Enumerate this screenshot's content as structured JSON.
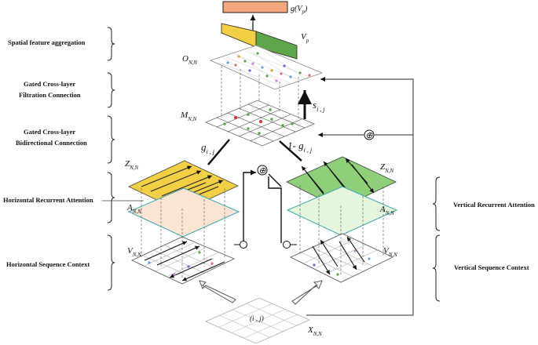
{
  "left_labels": {
    "spatial": "Spatial feature aggregation",
    "gated_filtration_l1": "Gated Cross-layer",
    "gated_filtration_l2": "Filtration Connection",
    "gated_bidirectional_l1": "Gated Cross-layer",
    "gated_bidirectional_l2": "Bidirectional Connection",
    "horizontal_attention": "Horizontal Recurrent Attention",
    "horizontal_context": "Horizontal Sequence Context"
  },
  "right_labels": {
    "vertical_attention": "Vertical Recurrent Attention",
    "vertical_context": "Vertical Sequence Context"
  },
  "math": {
    "g_vp": "g(V",
    "g_vp_sub": "p",
    "vp": "V",
    "vp_sub": "p",
    "o": "O",
    "o_sub": "N,N",
    "m": "M",
    "m_sub": "N,N",
    "s": "s",
    "s_sub": "i , j",
    "g_left": "g",
    "g_left_sub": "i , j",
    "g_right": "1- g",
    "g_right_sub": "i , j",
    "z_h": "Z",
    "z_h_sub": "N,N",
    "a_h": "A",
    "a_h_sub": "N,N",
    "v_h": "V",
    "v_h_sub": "N,N",
    "z_v": "Z",
    "z_v_sub": "N,N",
    "a_v": "A",
    "a_v_sub": "N,N",
    "v_v": "V",
    "v_v_sub": "N,N",
    "x": "X",
    "x_sub": "N,N",
    "ij": "(i , j)",
    "plus": "⊕"
  },
  "colors": {
    "yellow": "#f2cf44",
    "green": "#5fa64a",
    "green_light": "#8fcf7a",
    "orange_out": "#f4a77c",
    "peach": "#fbe5d2",
    "mint": "#e6f6dc",
    "teal_edge": "#3aa5b5",
    "grid": "#bdbdbd"
  }
}
